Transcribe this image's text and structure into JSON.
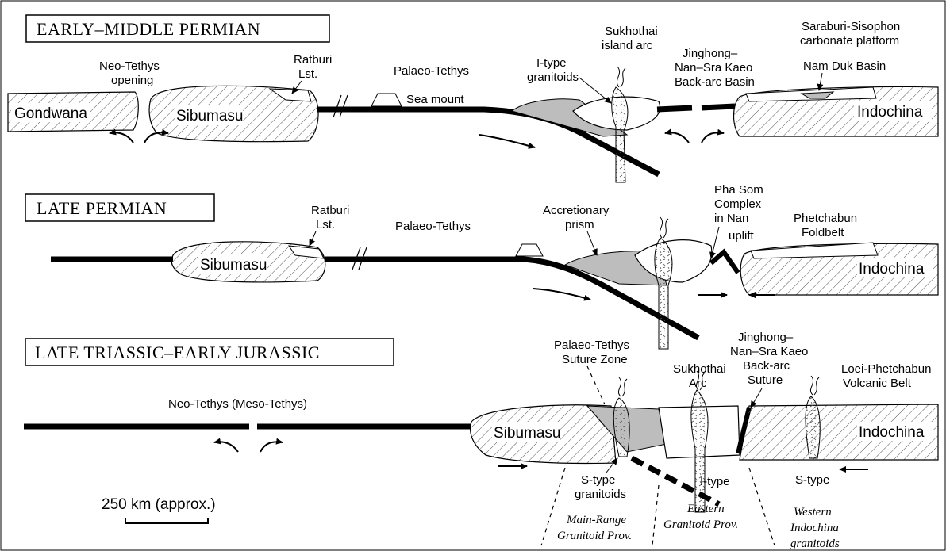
{
  "stages": [
    {
      "title": "EARLY–MIDDLE PERMIAN",
      "labels": {
        "gondwana": "Gondwana",
        "neo_tethys_1": "Neo-Tethys",
        "neo_tethys_2": "opening",
        "sibumasu": "Sibumasu",
        "ratburi_1": "Ratburi",
        "ratburi_2": "Lst.",
        "palaeo_tethys": "Palaeo-Tethys",
        "sea_mount": "Sea mount",
        "itype_1": "I-type",
        "itype_2": "granitoids",
        "sukhothai_1": "Sukhothai",
        "sukhothai_2": "island arc",
        "backarc_1": "Jinghong–",
        "backarc_2": "Nan–Sra Kaeo",
        "backarc_3": "Back-arc Basin",
        "saraburi_1": "Saraburi-Sisophon",
        "saraburi_2": "carbonate platform",
        "namduk": "Nam Duk Basin",
        "indochina": "Indochina"
      }
    },
    {
      "title": "LATE PERMIAN",
      "labels": {
        "ratburi_1": "Ratburi",
        "ratburi_2": "Lst.",
        "palaeo_tethys": "Palaeo-Tethys",
        "sibumasu": "Sibumasu",
        "accretionary_1": "Accretionary",
        "accretionary_2": "prism",
        "phasom_1": "Pha Som",
        "phasom_2": "Complex",
        "phasom_3": "in Nan",
        "uplift": "uplift",
        "phetchabun_1": "Phetchabun",
        "phetchabun_2": "Foldbelt",
        "indochina": "Indochina"
      }
    },
    {
      "title": "LATE TRIASSIC–EARLY JURASSIC",
      "labels": {
        "neo_tethys": "Neo-Tethys (Meso-Tethys)",
        "suture_1": "Palaeo-Tethys",
        "suture_2": "Suture Zone",
        "sukhothai_1": "Sukhothai",
        "sukhothai_2": "Arc",
        "backarc_1": "Jinghong–",
        "backarc_2": "Nan–Sra Kaeo",
        "backarc_3": "Back-arc",
        "backarc_4": "Suture",
        "loei_1": "Loei-Phetchabun",
        "loei_2": "Volcanic Belt",
        "sibumasu": "Sibumasu",
        "indochina": "Indochina",
        "stype_gran_1": "S-type",
        "stype_gran_2": "granitoids",
        "itype": "I-type",
        "stype": "S-type",
        "mainrange_1": "Main-Range",
        "mainrange_2": "Granitoid Prov.",
        "eastern_1": "Eastern",
        "eastern_2": "Granitoid Prov.",
        "western_1": "Western",
        "western_2": "Indochina",
        "western_3": "granitoids"
      }
    }
  ],
  "scale_bar": {
    "label": "250 km (approx.)"
  },
  "colors": {
    "plate": "#000000",
    "fill_shade": "#bdbdbd",
    "background": "#ffffff"
  }
}
